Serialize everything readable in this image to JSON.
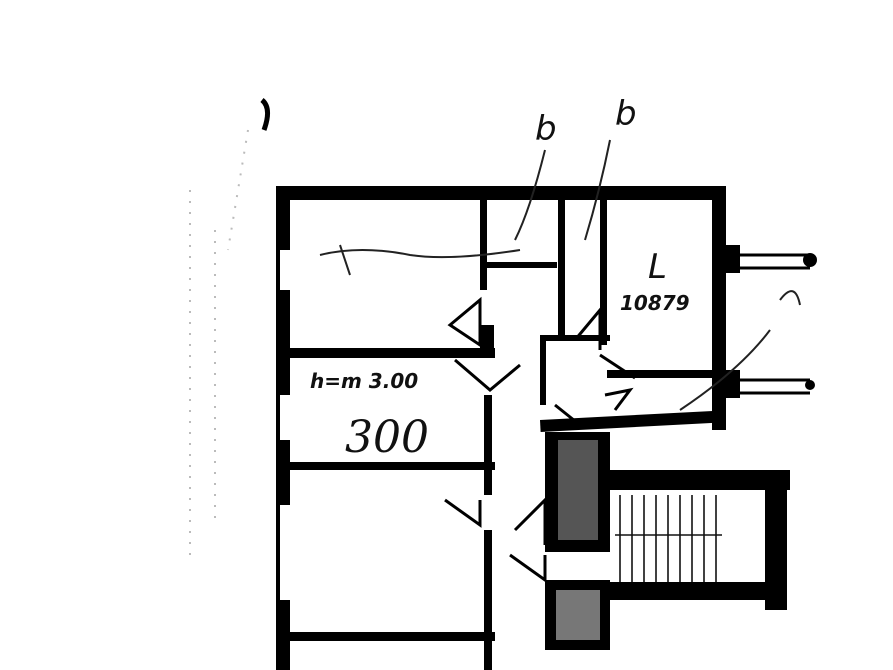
{
  "plan": {
    "room_labels": {
      "ceiling_height": "h=m 3.00",
      "handwritten_300": "300",
      "code": "10879",
      "letter_l": "L",
      "mark_b1": "b",
      "mark_b2": "b"
    },
    "colors": {
      "ink": "#000000",
      "paper": "#ffffff"
    }
  }
}
